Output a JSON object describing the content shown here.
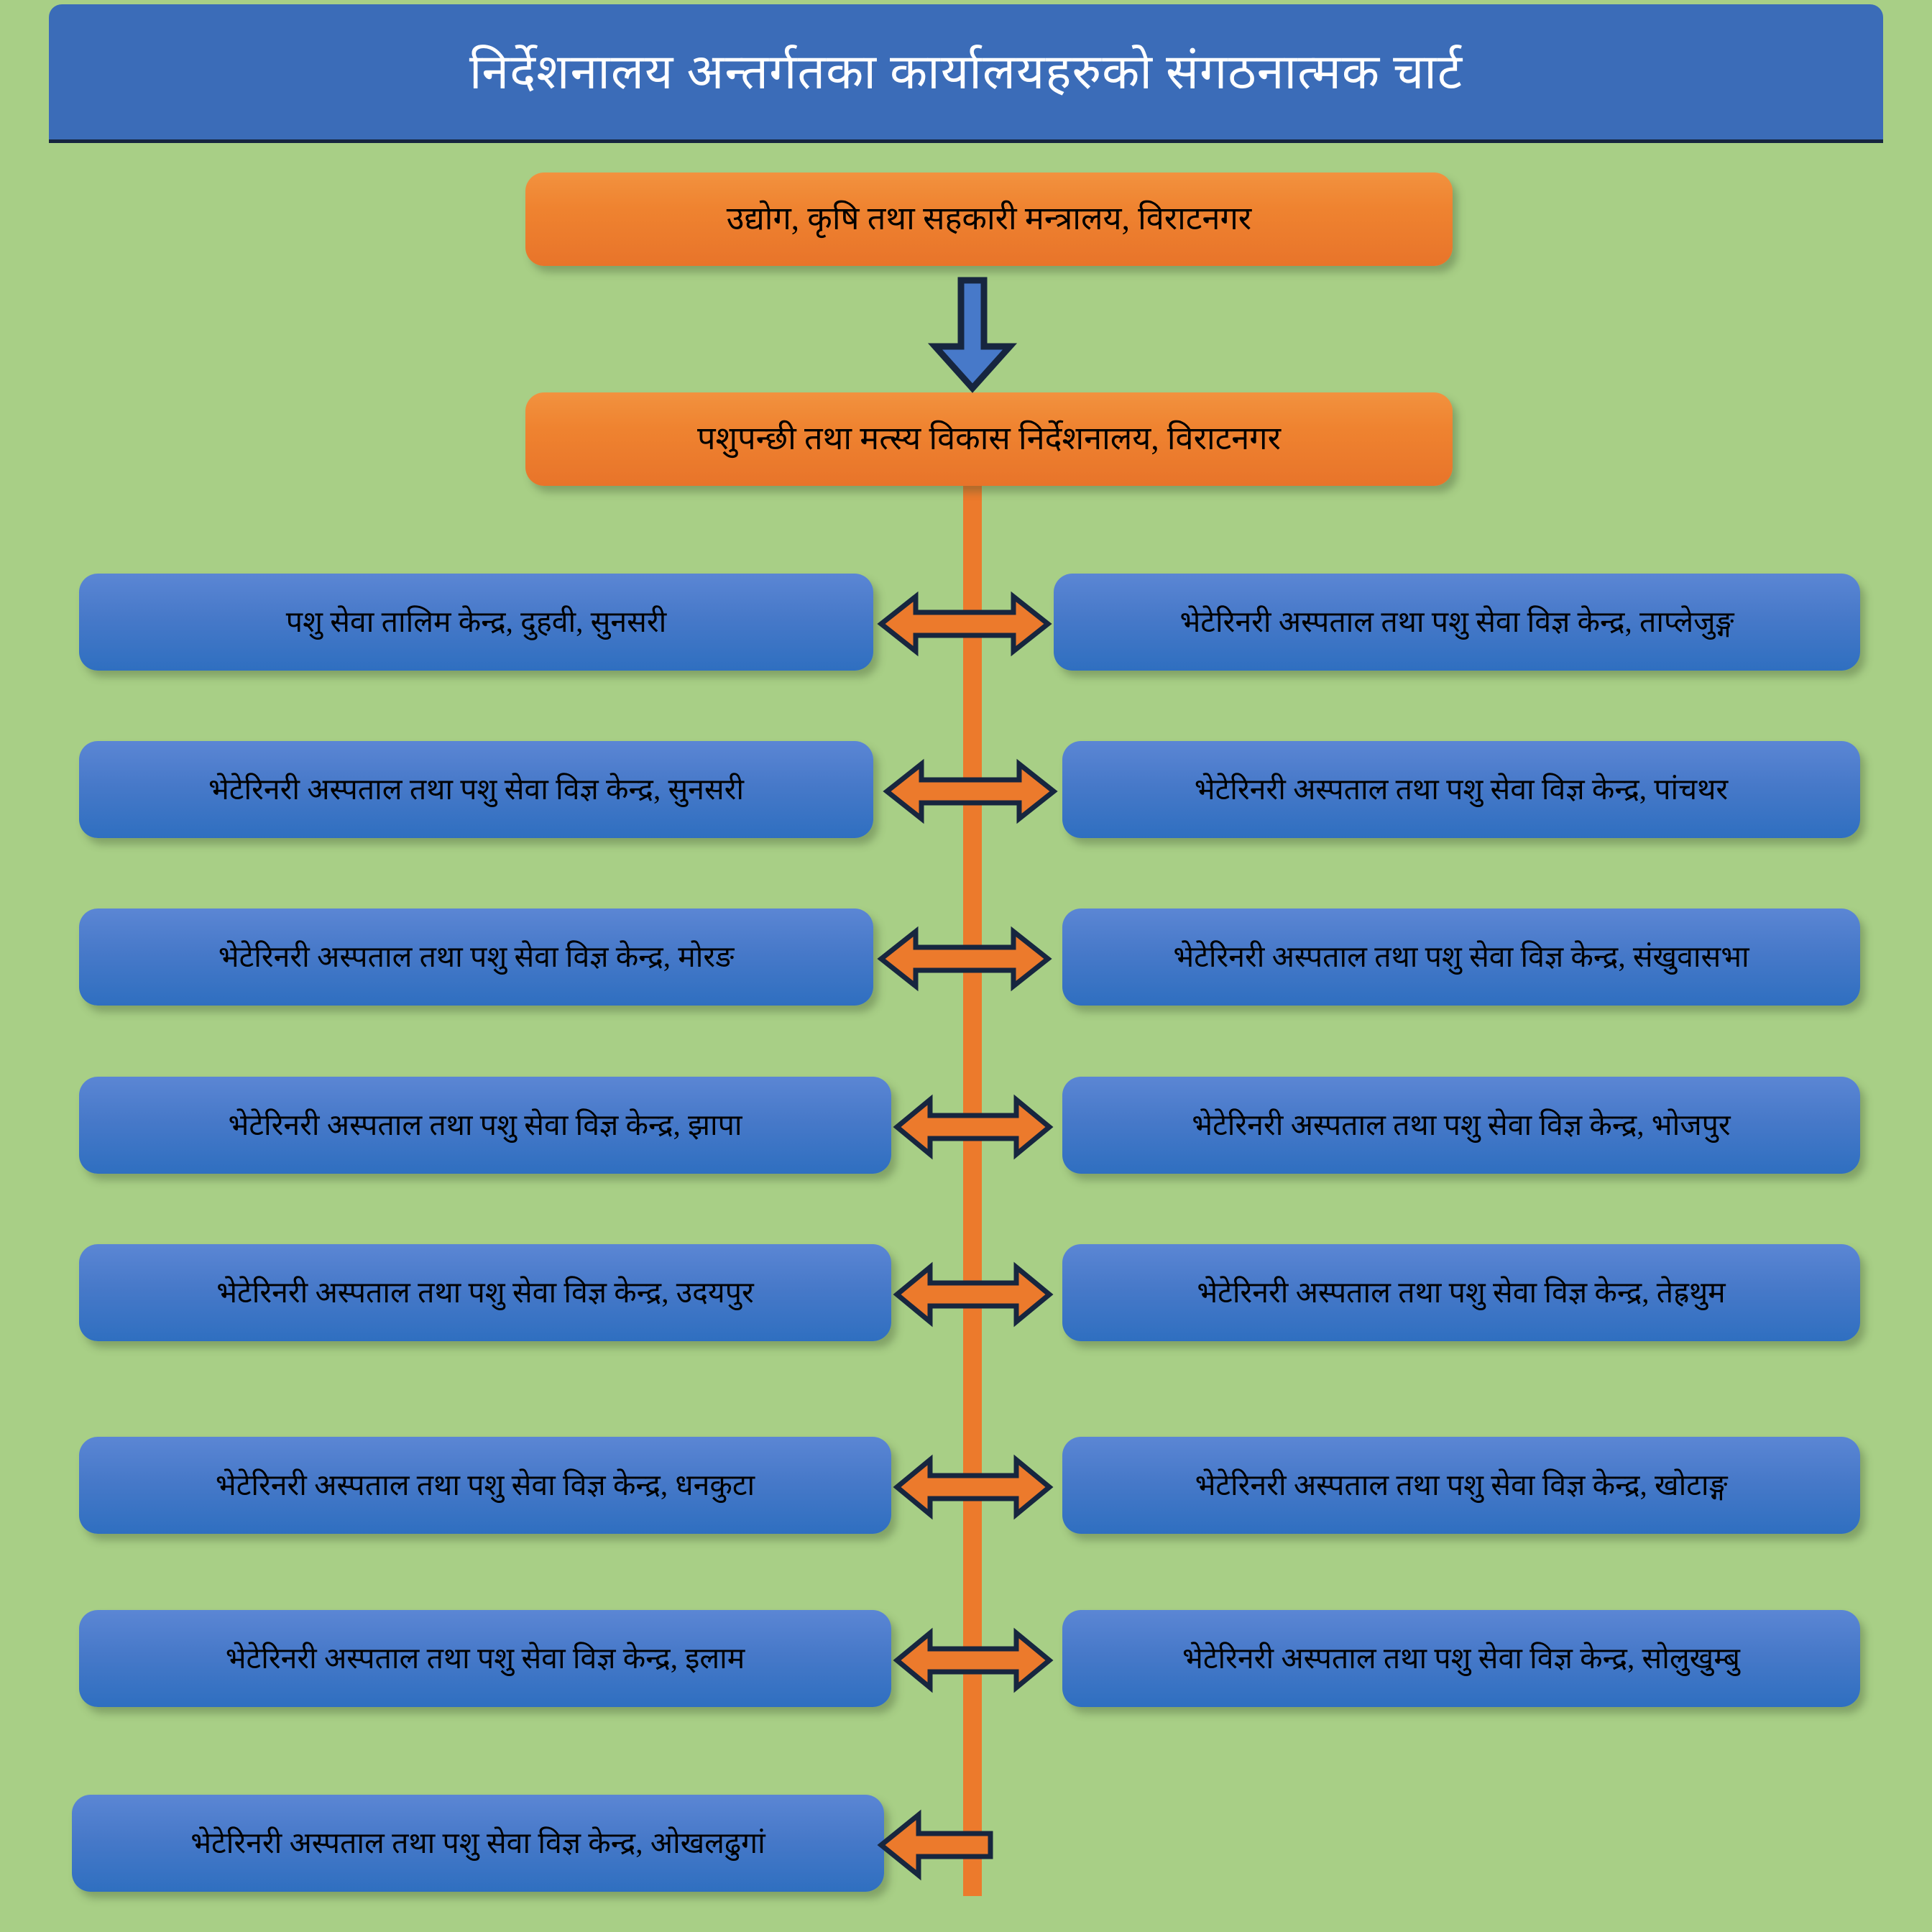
{
  "header": {
    "title": "निर्देशनालय अन्तर्गतका कार्यालयहरुको संगठनात्मक चार्ट",
    "banner_color": "#3b6cb8"
  },
  "palette": {
    "background": "#a8cf86",
    "orange_node": "#ef8330",
    "blue_node": "#4779c9",
    "outline": "#17263f",
    "connector": "#ec7a2c"
  },
  "top_nodes": [
    {
      "label": "उद्योग, कृषि तथा सहकारी मन्त्रालय, विराटनगर"
    },
    {
      "label": "पशुपन्छी तथा मत्स्य विकास निर्देशनालय, विराटनगर"
    }
  ],
  "left_nodes": [
    {
      "label": "पशु सेवा तालिम केन्द्र, दुहवी, सुनसरी"
    },
    {
      "label": "भेटेरिनरी अस्पताल तथा पशु सेवा विज्ञ केन्द्र, सुनसरी"
    },
    {
      "label": "भेटेरिनरी अस्पताल तथा पशु सेवा विज्ञ केन्द्र, मोरङ"
    },
    {
      "label": "भेटेरिनरी अस्पताल तथा पशु सेवा विज्ञ केन्द्र, झापा"
    },
    {
      "label": "भेटेरिनरी अस्पताल तथा पशु सेवा विज्ञ केन्द्र, उदयपुर"
    },
    {
      "label": "भेटेरिनरी अस्पताल तथा पशु सेवा विज्ञ केन्द्र, धनकुटा"
    },
    {
      "label": "भेटेरिनरी अस्पताल तथा पशु सेवा विज्ञ केन्द्र, इलाम"
    },
    {
      "label": "भेटेरिनरी अस्पताल तथा पशु सेवा विज्ञ केन्द्र, ओखलढुगां"
    }
  ],
  "right_nodes": [
    {
      "label": "भेटेरिनरी अस्पताल तथा पशु सेवा विज्ञ केन्द्र, ताप्लेजुङ्ग"
    },
    {
      "label": "भेटेरिनरी अस्पताल तथा पशु सेवा विज्ञ केन्द्र, पांचथर"
    },
    {
      "label": "भेटेरिनरी अस्पताल तथा पशु सेवा विज्ञ केन्द्र, संखुवासभा"
    },
    {
      "label": "भेटेरिनरी अस्पताल तथा पशु सेवा विज्ञ केन्द्र, भोजपुर"
    },
    {
      "label": "भेटेरिनरी अस्पताल तथा पशु सेवा विज्ञ केन्द्र, तेह्रथुम"
    },
    {
      "label": "भेटेरिनरी अस्पताल तथा पशु सेवा विज्ञ केन्द्र, खोटाङ्ग"
    },
    {
      "label": "भेटेरिनरी अस्पताल तथा पशु सेवा विज्ञ केन्द्र, सोलुखुम्बु"
    }
  ],
  "connectors": {
    "ministry_to_directorate": "down-arrow",
    "row_links": "double-headed-horizontal-arrow",
    "last_row_link": "left-arrow"
  }
}
